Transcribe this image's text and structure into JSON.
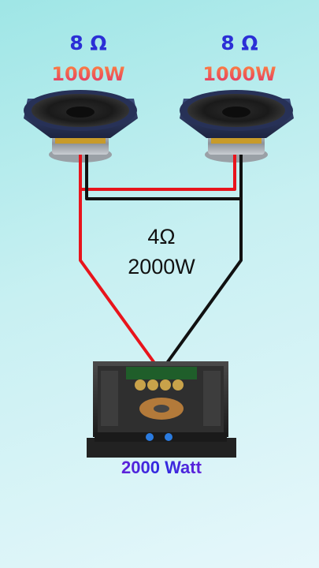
{
  "speakers": [
    {
      "impedance": "8 Ω",
      "power": "1000W"
    },
    {
      "impedance": "8 Ω",
      "power": "1000W"
    }
  ],
  "total": {
    "impedance": "4Ω",
    "power": "2000W"
  },
  "amplifier": {
    "label": "2000 Watt"
  },
  "colors": {
    "positive_wire": "#e8141c",
    "negative_wire": "#111111",
    "ohm_text": "#2b2fd6",
    "watt_gradient": [
      "#ff8a3d",
      "#e0306a"
    ],
    "amp_label_gradient": [
      "#7a1dd6",
      "#2d2be0"
    ]
  }
}
